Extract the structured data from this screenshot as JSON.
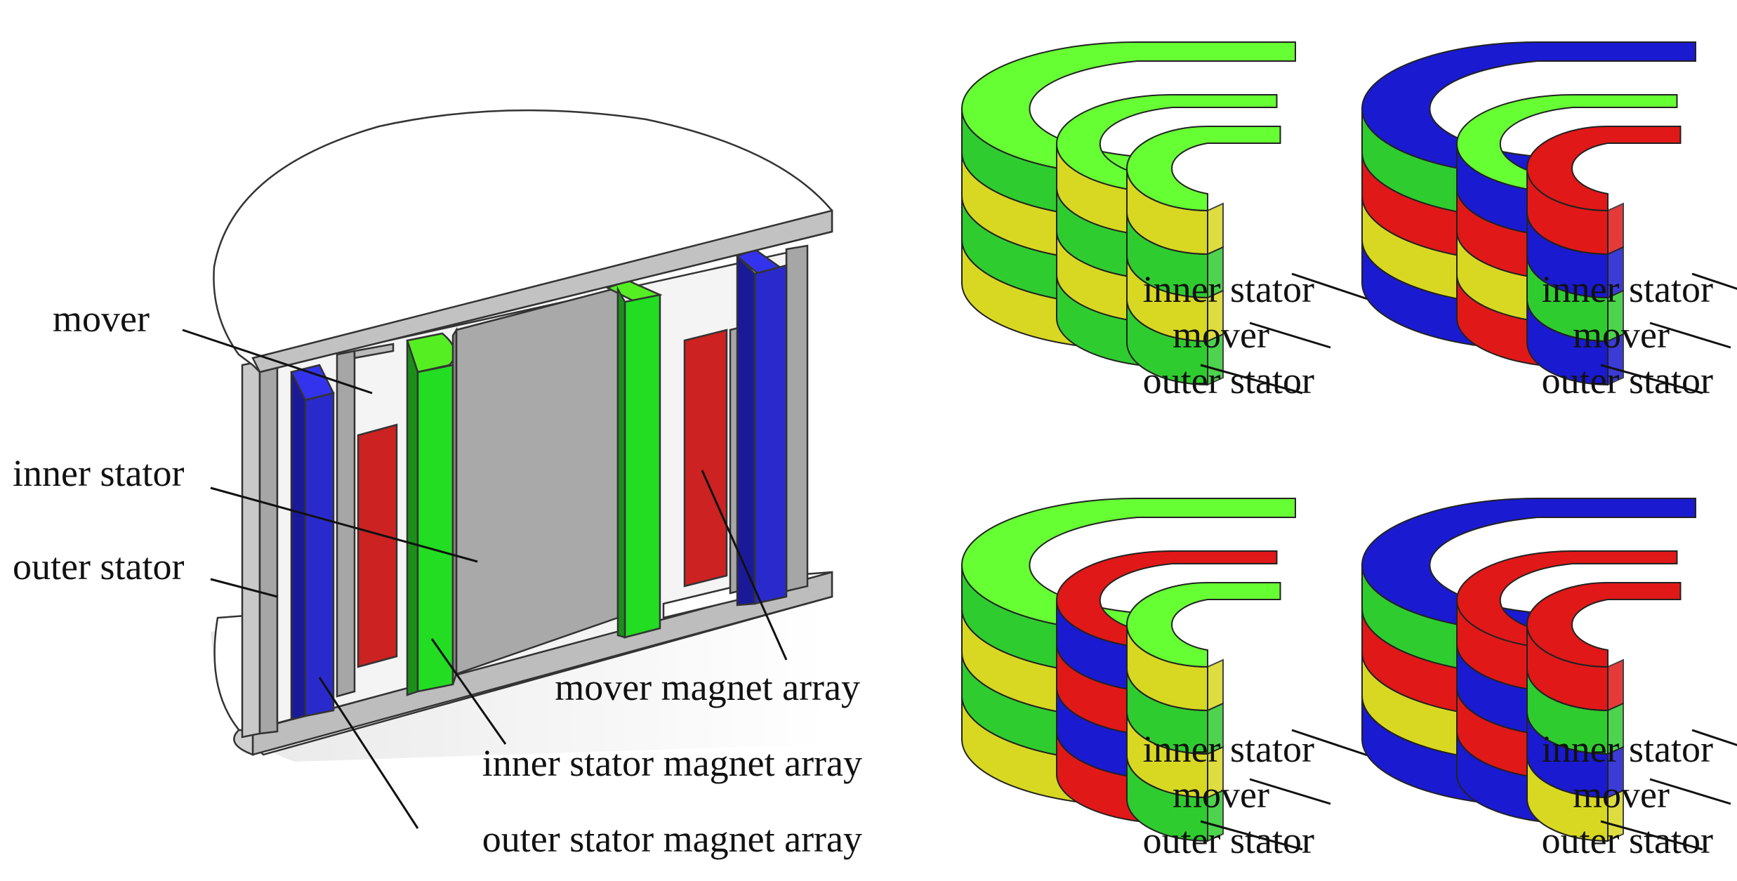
{
  "colors": {
    "inner_stator_magnet": "#22dd22",
    "outer_stator_magnet": "#2a2acc",
    "mover_magnet": "#cc2222",
    "pm_yellow": "#d8d822",
    "pm_green": "#2fcc2f",
    "pm_green_top": "#66ff33",
    "pm_red": "#e01818",
    "pm_blue": "#1a1ad0",
    "steel": "#a9a9a9",
    "steel_light": "#d4d4d4"
  },
  "left_figure": {
    "labels": {
      "mover": "mover",
      "inner_stator": "inner stator",
      "outer_stator": "outer stator",
      "mover_magnet_array": "mover magnet array",
      "inner_stator_magnet_array": "inner stator magnet array",
      "outer_stator_magnet_array": "outer stator magnet array"
    }
  },
  "variants": [
    {
      "inner_stator": "inner stator",
      "mover": "mover",
      "outer_stator": "outer stator"
    },
    {
      "inner_stator": "inner stator",
      "mover": "mover",
      "outer_stator": "outer stator"
    },
    {
      "inner_stator": "inner stator",
      "mover": "mover",
      "outer_stator": "outer stator"
    },
    {
      "inner_stator": "inner stator",
      "mover": "mover",
      "outer_stator": "outer stator"
    }
  ]
}
